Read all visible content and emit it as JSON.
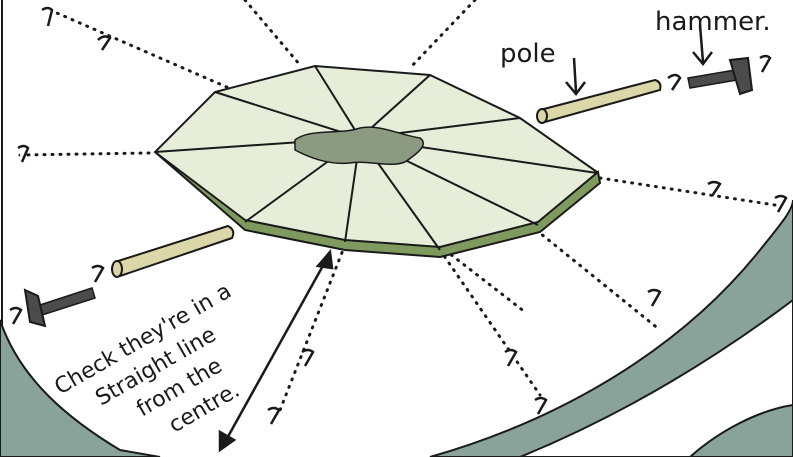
{
  "labels": {
    "pole": "pole",
    "hammer": "hammer.",
    "check_lines": [
      "Check they're in a",
      "Straight line",
      "from the",
      "centre."
    ]
  },
  "colors": {
    "tarp_face": "#e6edd8",
    "tarp_edge": "#7e9a5e",
    "center_patch": "#8d9a82",
    "pole_fill": "#dcd7a8",
    "ground_band": "#8aa39a",
    "ink": "#1a1a1a",
    "hammer_head": "#4b4b4b"
  },
  "icons": [
    "tent-peg-icon",
    "hammer-icon",
    "tent-pole-icon",
    "double-arrow-icon",
    "down-arrow-icon"
  ]
}
